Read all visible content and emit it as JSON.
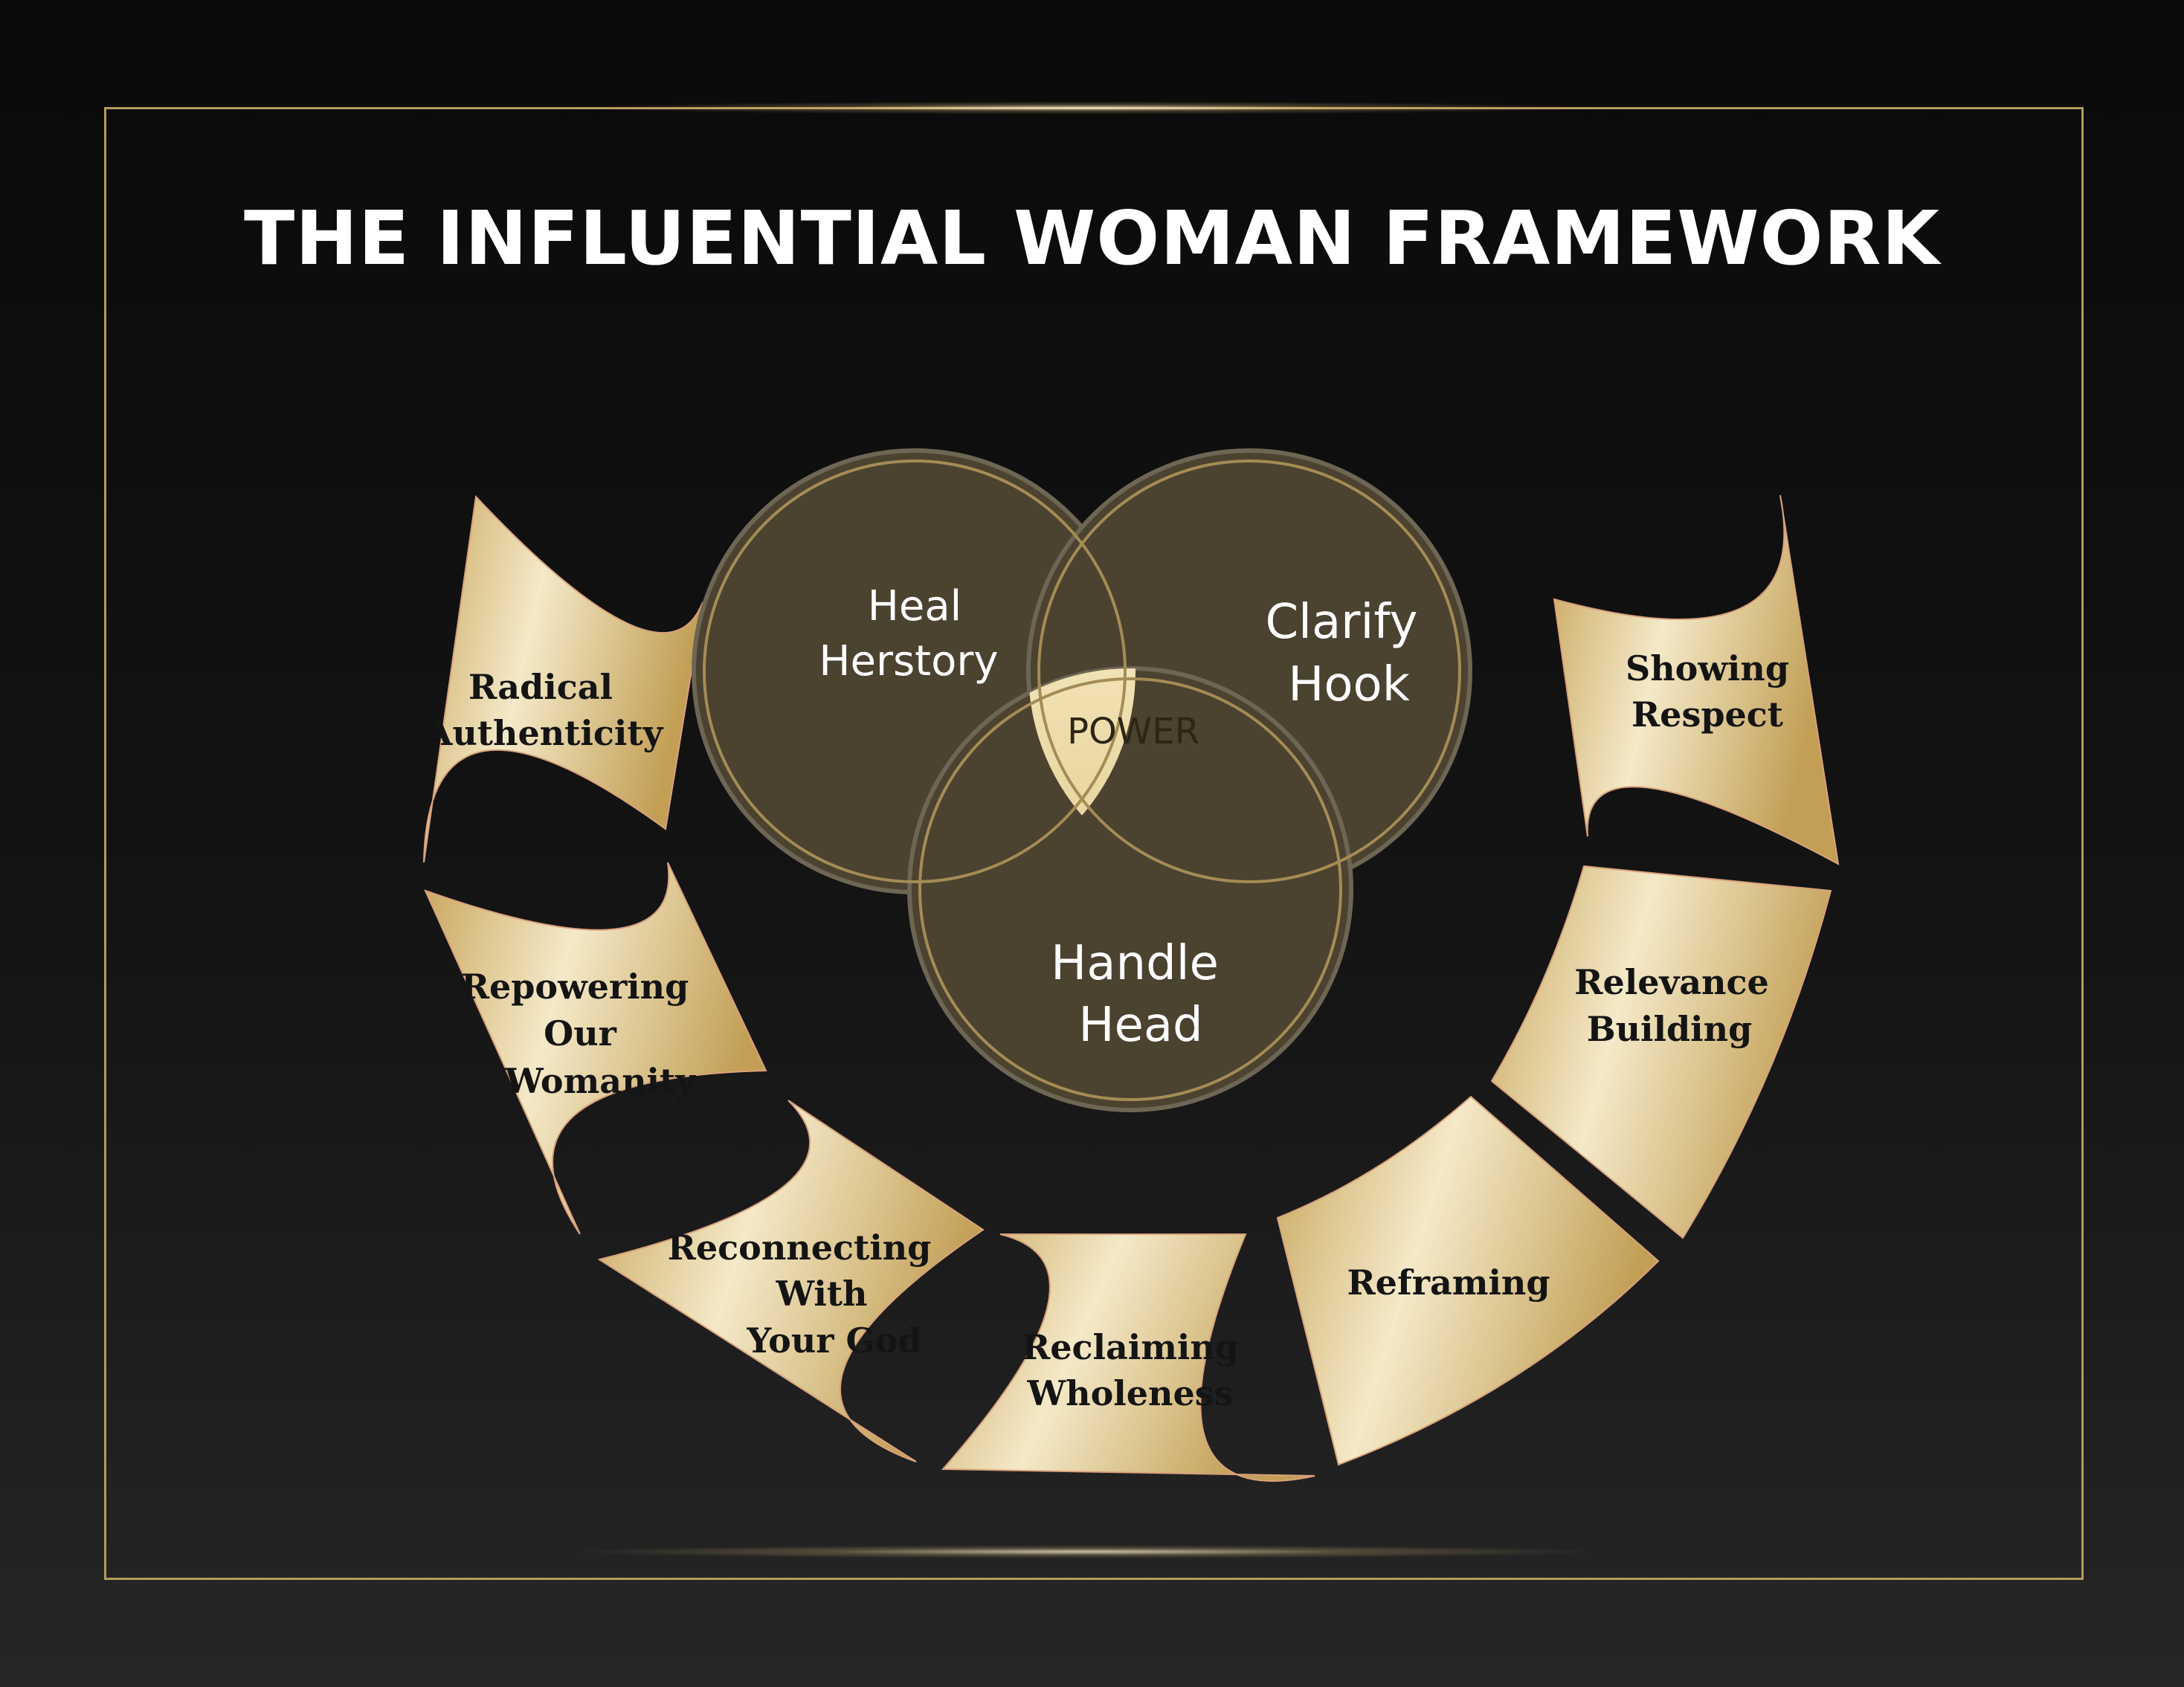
{
  "title": "THE INFLUENTIAL WOMAN FRAMEWORK",
  "colors": {
    "background": "#111111",
    "gold_light": "#f3e7c4",
    "gold_dark": "#c7a45c",
    "venn_fill": "#4b4230",
    "venn_stroke": "#a48c55",
    "power_fill": "#e8d39a"
  },
  "venn": {
    "top_left": [
      "Heal",
      "Herstory"
    ],
    "top_right": [
      "Clarify",
      "Hook"
    ],
    "bottom": [
      "Handle",
      "Head"
    ],
    "center": "POWER"
  },
  "segments": [
    {
      "lines": [
        "Radical",
        "Authenticity"
      ]
    },
    {
      "lines": [
        "Repowering",
        "Our",
        "Womanity"
      ]
    },
    {
      "lines": [
        "Reconnecting",
        "With",
        "Your God"
      ]
    },
    {
      "lines": [
        "Reclaiming",
        "Wholeness"
      ]
    },
    {
      "lines": [
        "Reframing"
      ]
    },
    {
      "lines": [
        "Relevance",
        "Building"
      ]
    },
    {
      "lines": [
        "Showing",
        "Respect"
      ]
    }
  ]
}
